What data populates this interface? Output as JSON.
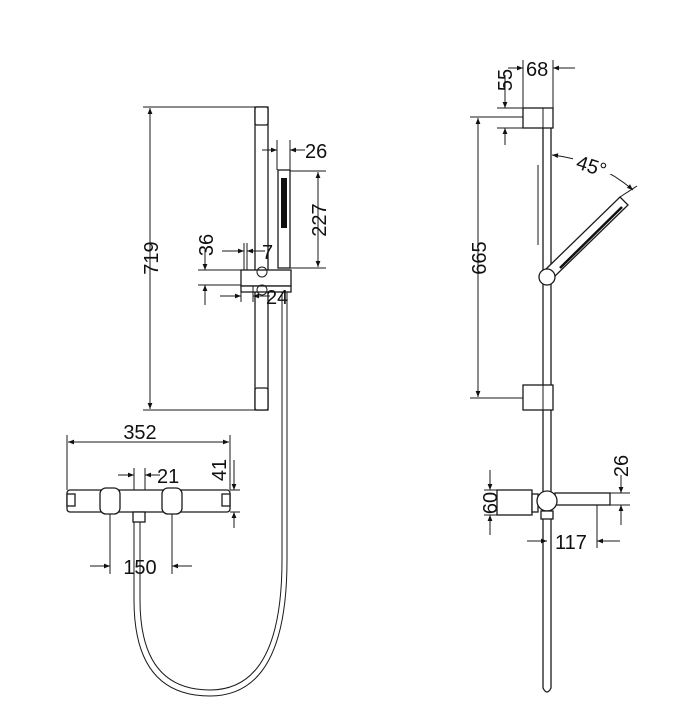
{
  "drawing": {
    "front_view": {
      "rail_height": "719",
      "handshower_offset": "26",
      "handshower_length": "227",
      "bracket_height": "36",
      "bracket_offset": "7",
      "bracket_width": "24",
      "mixer_width": "352",
      "outlet_width": "21",
      "mixer_height": "41",
      "inlet_spacing": "150"
    },
    "side_view": {
      "bracket_depth": "68",
      "bracket_height": "55",
      "bracket_spacing": "665",
      "handshower_angle": "45°",
      "mixer_arm_height": "26",
      "mixer_body_height": "60",
      "mixer_projection": "117"
    }
  }
}
